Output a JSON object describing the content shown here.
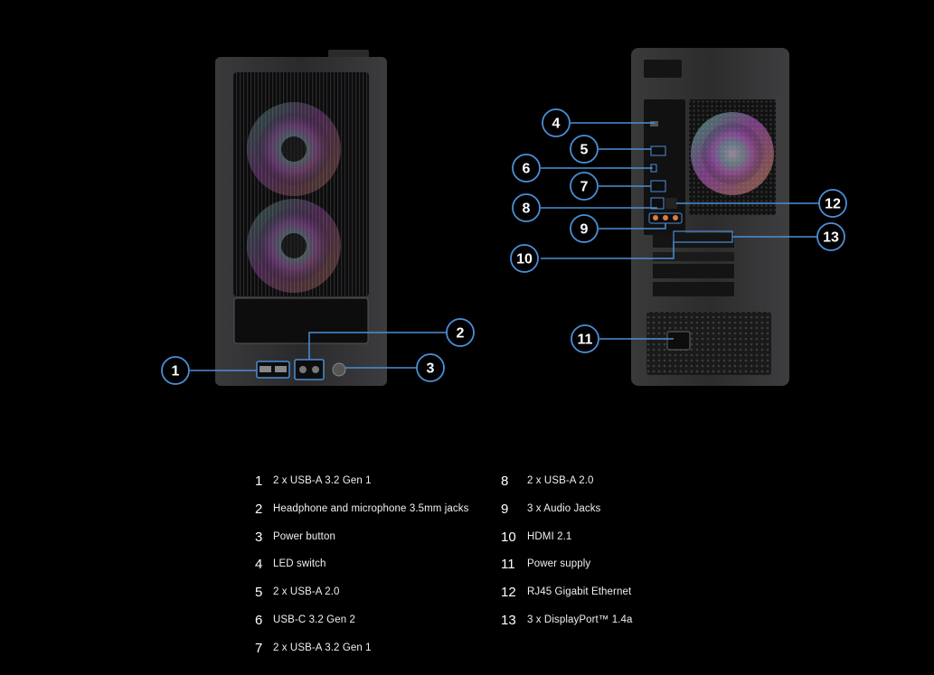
{
  "callouts": [
    {
      "num": "1"
    },
    {
      "num": "2"
    },
    {
      "num": "3"
    },
    {
      "num": "4"
    },
    {
      "num": "5"
    },
    {
      "num": "6"
    },
    {
      "num": "7"
    },
    {
      "num": "8"
    },
    {
      "num": "9"
    },
    {
      "num": "10"
    },
    {
      "num": "11"
    },
    {
      "num": "12"
    },
    {
      "num": "13"
    }
  ],
  "legend_left": [
    {
      "num": "1",
      "label": "2 x USB-A 3.2 Gen 1"
    },
    {
      "num": "2",
      "label": "Headphone and microphone 3.5mm jacks"
    },
    {
      "num": "3",
      "label": "Power button"
    },
    {
      "num": "4",
      "label": "LED switch"
    },
    {
      "num": "5",
      "label": "2 x USB-A 2.0"
    },
    {
      "num": "6",
      "label": "USB-C 3.2 Gen 2"
    },
    {
      "num": "7",
      "label": "2 x USB-A 3.2 Gen 1"
    }
  ],
  "legend_right": [
    {
      "num": "8",
      "label": "2 x USB-A 2.0"
    },
    {
      "num": "9",
      "label": "3 x Audio Jacks"
    },
    {
      "num": "10",
      "label": "HDMI 2.1"
    },
    {
      "num": "11",
      "label": "Power supply"
    },
    {
      "num": "12",
      "label": "RJ45 Gigabit Ethernet"
    },
    {
      "num": "13",
      "label": "3 x DisplayPort™ 1.4a"
    }
  ],
  "colors": {
    "callout_ring": "#4a8fd6",
    "leader_line": "#4a8fd6",
    "background": "#000000"
  }
}
